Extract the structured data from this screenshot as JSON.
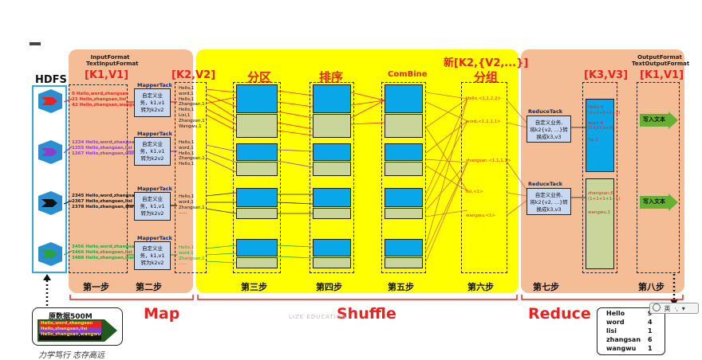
{
  "phases": {
    "map": "Map",
    "shuffle": "Shuffle",
    "reduce": "Reduce"
  },
  "hdfs_label": "HDFS",
  "input_format": {
    "line1": "InputFormat",
    "line2": "TextInputFormat",
    "kv": "[K1,V1]"
  },
  "output_format": {
    "line1": "OutputFormat",
    "line2": "TextOutputFormat",
    "kv": "[K1,V1]"
  },
  "column_headers": {
    "k2v2": "[K2,V2]",
    "partition": "分区",
    "sort": "排序",
    "combine": "ComBine",
    "group_kv": "新[K2,{V2,...}]",
    "group": "分组",
    "k3v3": "[K3,V3]"
  },
  "steps": [
    "第一步",
    "第二步",
    "第三步",
    "第四步",
    "第五步",
    "第六步",
    "第七步",
    "第八步"
  ],
  "mapper_title": "MapperTack",
  "mapper_desc": [
    "自定义业",
    "务，k1,v1",
    "转为k2v2"
  ],
  "reducer_title": "ReduceTack",
  "reducer_desc": [
    "自定义业务,",
    "将k2{v2, ...}转",
    "换成k3,v3"
  ],
  "write_label": "写入文本",
  "input_lines": [
    [
      "0   Hello,word,zhangsan",
      "21  Hello,zhangsan,lisi",
      "42  Hello,zhangsan,wangwu"
    ],
    [
      "1234  Hello,word,zhangsan",
      "1255  Hello,zhangsan,lisi",
      "1267  Hello,zhangsan,wangwu"
    ],
    [
      "2345  Hello,word,zhangsan",
      "2367  Hello,zhangsan,lisi",
      "2378  Hello,zhangsan,wangwu"
    ],
    [
      "3456  Hello,word,zhangsan",
      "3466  Hello,zhangsan,lisi",
      "3488  Hello,zhangsan,wangwu"
    ]
  ],
  "k2_lines": [
    [
      "Hello,1",
      "word,1",
      "Hello,1",
      "Zhangsan,1",
      "Hello,1",
      "Lisi,1",
      "Zhangsan,1",
      "Wangwu,1"
    ],
    [
      "Hello,1",
      "word,1",
      "Hello,1",
      "Zhangsan,1",
      "Hello,1"
    ],
    [
      "Hello,1",
      "word,1",
      "Zhangsan,1",
      "......"
    ],
    [
      "Hello,1",
      "word,1",
      "Zhangsan,1",
      "......"
    ]
  ],
  "group_lines": [
    "Hello,<1,1,2,2>",
    "word,<1,1,1,1>",
    "zhangsan,<1,1,1,1>",
    "lisi,<1>",
    "wangwu,<1>"
  ],
  "reduce_lines_1": [
    "Hello,9",
    "(1+2+2+2+2)",
    "word,4",
    "(1+1+1+1)",
    "lisi,1"
  ],
  "reduce_lines_2": [
    "zhangsan,6",
    "(1+1+1+1+1)",
    "wangwu,1"
  ],
  "legend_title": "原数据500M",
  "legend_lines": [
    "Hello,word,zhangsan",
    "Hello,zhangsan,lisi",
    "Hello,zhangsan,wangwu"
  ],
  "motto": "力学笃行 志存高远",
  "watermark": "LIZE EDUCATION",
  "result": [
    [
      "Hello",
      "9"
    ],
    [
      "word",
      "4"
    ],
    [
      "lisi",
      "1"
    ],
    [
      "zhangsan",
      "6"
    ],
    [
      "wangwu",
      "1"
    ]
  ],
  "ime": {
    "lang": "英",
    "punct": "·,",
    "dropdown": "▾"
  },
  "colors": {
    "peach": "#f5bd95",
    "yellow": "#ffff00",
    "red": "#e8231f",
    "blue": "#0aa7e8",
    "olive": "#c9d59b",
    "green": "#66b032"
  }
}
